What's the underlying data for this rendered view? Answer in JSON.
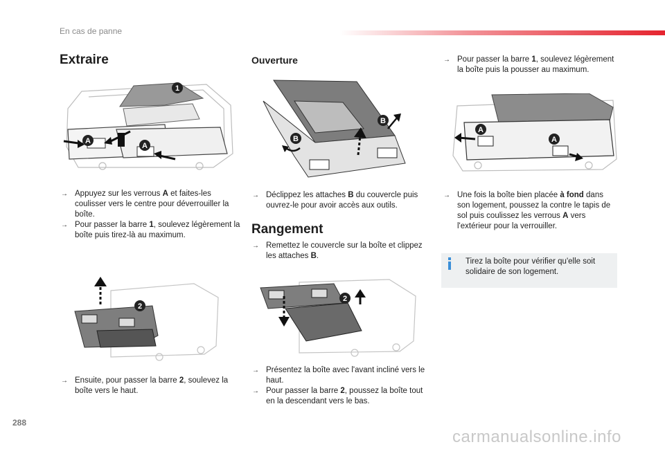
{
  "header": {
    "section": "En cas de panne",
    "accent_color": "#e5242f"
  },
  "col1": {
    "title": "Extraire",
    "bullets": [
      {
        "marker": "→",
        "html": "Appuyez sur les verrous <b>A</b> et faites-les coulisser vers le centre pour déverrouiller la boîte."
      },
      {
        "marker": "→",
        "html": "Pour passer la barre <b>1</b>, soulevez légèrement la boîte puis tirez-là au maximum."
      }
    ],
    "bullets2": [
      {
        "marker": "→",
        "html": "Ensuite, pour passer la barre <b>2</b>, soulevez la boîte vers le haut."
      }
    ]
  },
  "col2": {
    "title": "Ouverture",
    "bullets": [
      {
        "marker": "→",
        "html": "Déclippez les attaches <b>B</b> du couvercle puis ouvrez-le pour avoir accès aux outils."
      }
    ],
    "title2": "Rangement",
    "bullets2": [
      {
        "marker": "→",
        "html": "Remettez le couvercle sur la boîte et clippez les attaches <b>B</b>."
      }
    ],
    "bullets3": [
      {
        "marker": "→",
        "html": "Présentez la boîte avec l'avant incliné vers le haut."
      },
      {
        "marker": "→",
        "html": "Pour passer la barre <b>2</b>, poussez la boîte tout en la descendant vers le bas."
      }
    ]
  },
  "col3": {
    "bullets": [
      {
        "marker": "→",
        "html": "Pour passer la barre <b>1</b>, soulevez légèrement la boîte puis la pousser au maximum."
      }
    ],
    "bullets2": [
      {
        "marker": "→",
        "html": "Une fois la boîte bien placée <b>à fond</b> dans son logement, poussez la contre le tapis de sol puis coulissez les verrous <b>A</b> vers l'extérieur pour la verrouiller."
      }
    ],
    "info": "Tirez la boîte pour vérifier qu'elle soit solidaire de son logement.",
    "info_icon_color": "#3b8fd8"
  },
  "labels": {
    "lock": "A",
    "clip": "B",
    "bar1": "1",
    "bar2": "2"
  },
  "footer": {
    "page_number": "288",
    "watermark": "carmanualsonline.info"
  }
}
